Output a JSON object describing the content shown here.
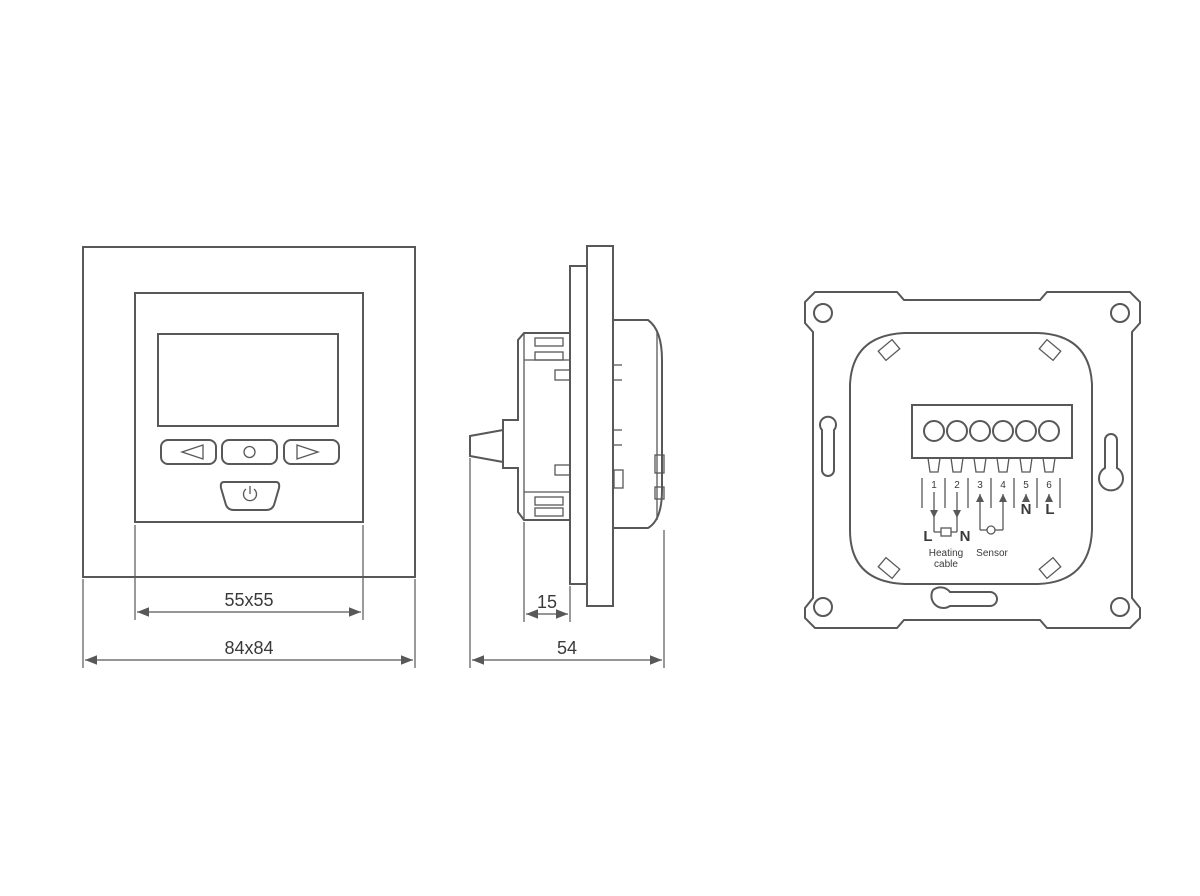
{
  "front_view": {
    "inner_dim_label": "55x55",
    "outer_dim_label": "84x84",
    "buttons": [
      "left-arrow",
      "center-circle",
      "right-arrow",
      "power"
    ]
  },
  "side_view": {
    "depth_front_label": "15",
    "total_depth_label": "54"
  },
  "rear_view": {
    "terminals": [
      "1",
      "2",
      "3",
      "4",
      "5",
      "6"
    ],
    "label_L_left": "L",
    "label_N_left": "N",
    "heating_label_1": "Heating",
    "heating_label_2": "cable",
    "sensor_label": "Sensor",
    "label_N_5": "N",
    "label_L_6": "L"
  }
}
